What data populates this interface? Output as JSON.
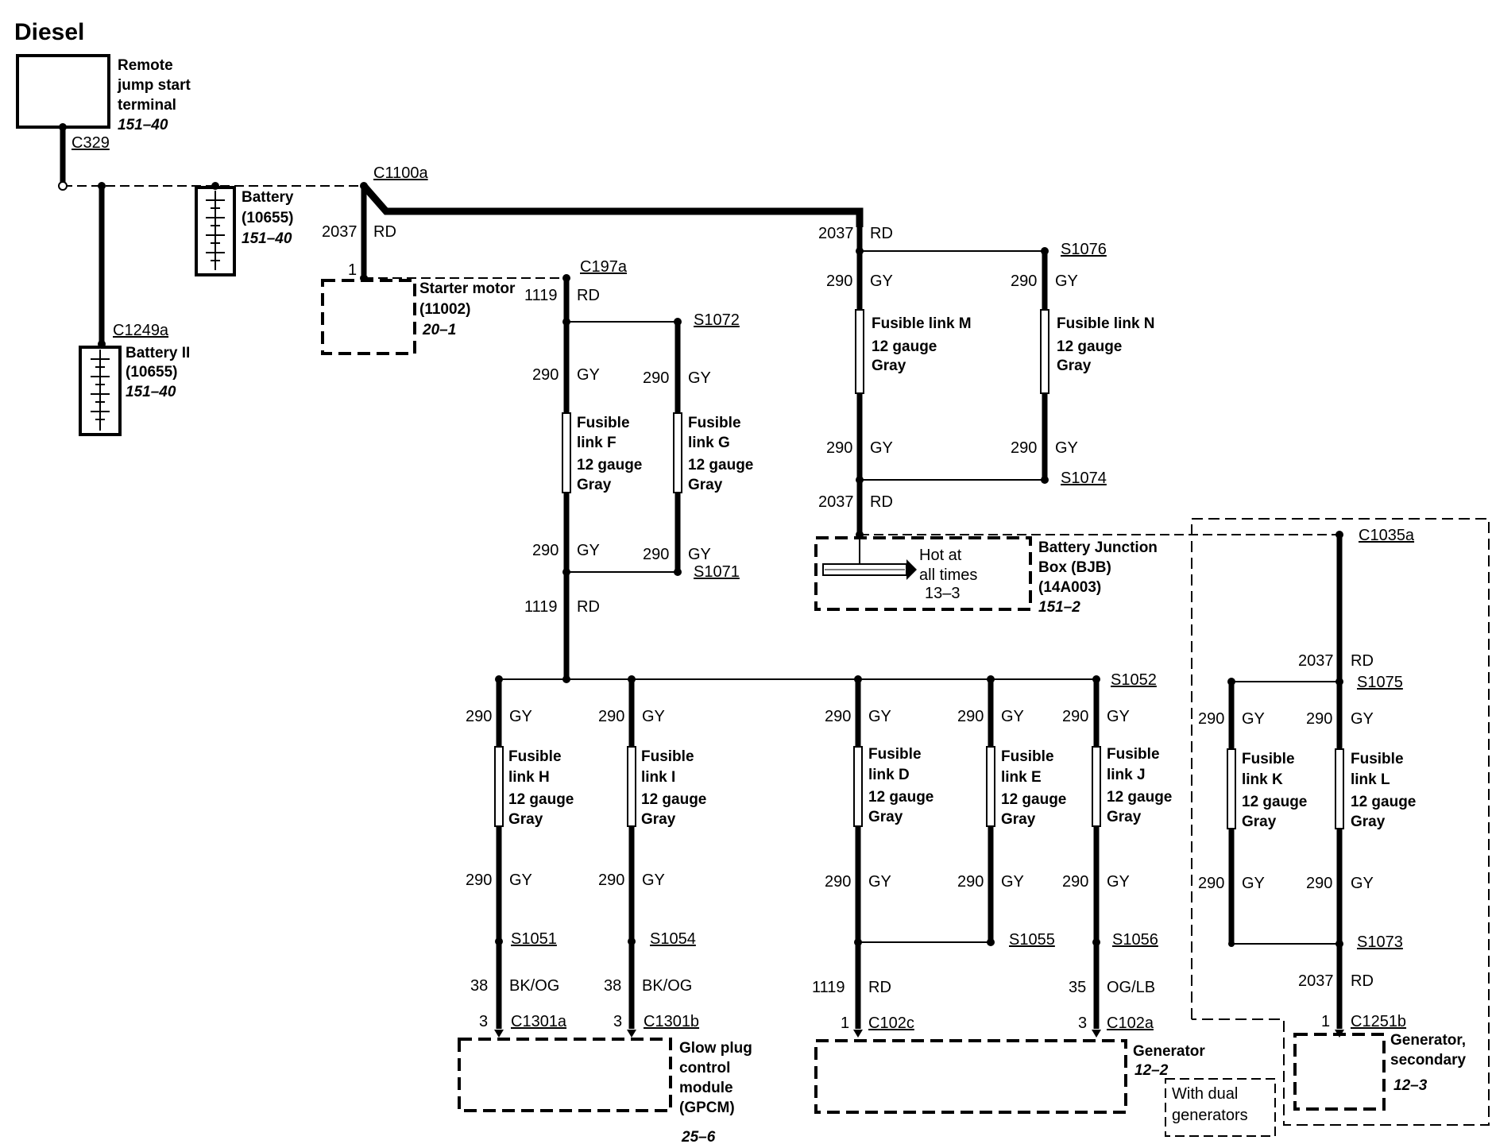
{
  "title": "Diesel",
  "components": {
    "jump_start": {
      "lines": [
        "Remote",
        "jump start",
        "terminal"
      ],
      "ref": "151–40",
      "connector": "C329"
    },
    "battery": {
      "lines": [
        "Battery",
        "(10655)"
      ],
      "ref": "151–40"
    },
    "battery2": {
      "lines": [
        "Battery II",
        "(10655)"
      ],
      "ref": "151–40",
      "connector": "C1249a"
    },
    "starter": {
      "lines": [
        "Starter motor",
        "(11002)"
      ],
      "ref": "20–1",
      "pin": "1",
      "wire": "2037",
      "color": "RD",
      "connector": "C1100a"
    },
    "bjb": {
      "lines": [
        "Battery Junction",
        "Box (BJB)",
        "(14A003)"
      ],
      "ref": "151–2",
      "hot": [
        "Hot at",
        "all times",
        "13–3"
      ],
      "connector": "C1035a"
    },
    "gpcm": {
      "lines": [
        "Glow plug",
        "control",
        "module",
        "(GPCM)"
      ],
      "ref": "25–6"
    },
    "generator": {
      "lines": [
        "Generator"
      ],
      "ref": "12–2",
      "note": [
        "With dual",
        "generators"
      ]
    },
    "generator2": {
      "lines": [
        "Generator,",
        "secondary"
      ],
      "ref": "12–3"
    }
  },
  "fusible_links": [
    {
      "name": "Fusible link M",
      "gauge": "12 gauge",
      "color": "Gray"
    },
    {
      "name": "Fusible link N",
      "gauge": "12 gauge",
      "color": "Gray"
    },
    {
      "name": [
        "Fusible",
        "link F"
      ],
      "gauge": "12 gauge",
      "color": "Gray"
    },
    {
      "name": [
        "Fusible",
        "link G"
      ],
      "gauge": "12 gauge",
      "color": "Gray"
    },
    {
      "name": [
        "Fusible",
        "link H"
      ],
      "gauge": "12 gauge",
      "color": "Gray"
    },
    {
      "name": [
        "Fusible",
        "link I"
      ],
      "gauge": "12 gauge",
      "color": "Gray"
    },
    {
      "name": [
        "Fusible",
        "link D"
      ],
      "gauge": "12 gauge",
      "color": "Gray"
    },
    {
      "name": [
        "Fusible",
        "link E"
      ],
      "gauge": "12 gauge",
      "color": "Gray"
    },
    {
      "name": [
        "Fusible",
        "link J"
      ],
      "gauge": "12 gauge",
      "color": "Gray"
    },
    {
      "name": [
        "Fusible",
        "link K"
      ],
      "gauge": "12 gauge",
      "color": "Gray"
    },
    {
      "name": [
        "Fusible",
        "link L"
      ],
      "gauge": "12 gauge",
      "color": "Gray"
    }
  ],
  "splices": [
    "S1076",
    "S1074",
    "S1072",
    "S1071",
    "S1052",
    "S1075",
    "S1051",
    "S1054",
    "S1055",
    "S1056",
    "S1073"
  ],
  "connectors": [
    "C197a",
    "C1301a",
    "C1301b",
    "C102c",
    "C102a",
    "C1251b"
  ],
  "wires": {
    "w2037": "2037",
    "w1119": "1119",
    "w290": "290",
    "w38": "38",
    "w35": "35",
    "RD": "RD",
    "GY": "GY",
    "BKOG": "BK/OG",
    "OGLB": "OG/LB"
  },
  "pins": {
    "p1": "1",
    "p3": "3"
  }
}
